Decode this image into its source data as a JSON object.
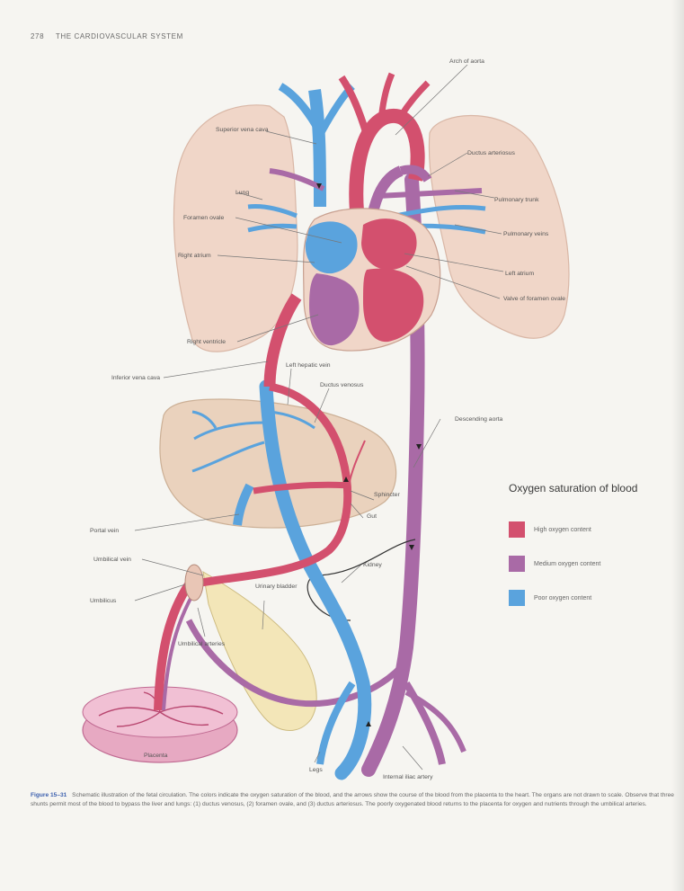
{
  "running_head": {
    "page_number": "278",
    "section": "THE CARDIOVASCULAR SYSTEM"
  },
  "labels": {
    "arch_of_aorta": "Arch of aorta",
    "superior_vena_cava": "Superior vena cava",
    "ductus_arteriosus": "Ductus arteriosus",
    "lung": "Lung",
    "pulmonary_trunk": "Pulmonary trunk",
    "foramen_ovale": "Foramen ovale",
    "pulmonary_veins": "Pulmonary veins",
    "right_atrium": "Right atrium",
    "left_atrium": "Left atrium",
    "valve_of_foramen_ovale": "Valve of foramen ovale",
    "right_ventricle": "Right ventricle",
    "inferior_vena_cava": "Inferior vena cava",
    "left_hepatic_vein": "Left hepatic vein",
    "ductus_venosus": "Ductus venosus",
    "descending_aorta": "Descending aorta",
    "sphincter": "Sphincter",
    "gut": "Gut",
    "portal_vein": "Portal vein",
    "umbilical_vein": "Umbilical vein",
    "kidney": "Kidney",
    "umbilicus": "Umbilicus",
    "urinary_bladder": "Urinary bladder",
    "umbilical_arteries": "Umbilical arteries",
    "placenta": "Placenta",
    "legs": "Legs",
    "internal_iliac_artery": "Internal iliac artery"
  },
  "legend": {
    "title": "Oxygen saturation of blood",
    "items": [
      {
        "label": "High oxygen content",
        "color": "#d3506e"
      },
      {
        "label": "Medium oxygen content",
        "color": "#a96aa6"
      },
      {
        "label": "Poor oxygen content",
        "color": "#5aa3dd"
      }
    ]
  },
  "caption": {
    "figure": "Figure 15–31",
    "text": "Schematic illustration of the fetal circulation. The colors indicate the oxygen saturation of the blood, and the arrows show the course of the blood from the placenta to the heart. The organs are not drawn to scale. Observe that three shunts permit most of the blood to bypass the liver and lungs: (1) ductus venosus, (2) foramen ovale, and (3) ductus arteriosus. The poorly oxygenated blood returns to the placenta for oxygen and nutrients through the umbilical arteries."
  },
  "colors": {
    "high": "#d3506e",
    "medium": "#a96aa6",
    "poor": "#5aa3dd",
    "lung": "#f0d6c8",
    "liver": "#ead2bd",
    "bladder": "#f3e6b8"
  }
}
